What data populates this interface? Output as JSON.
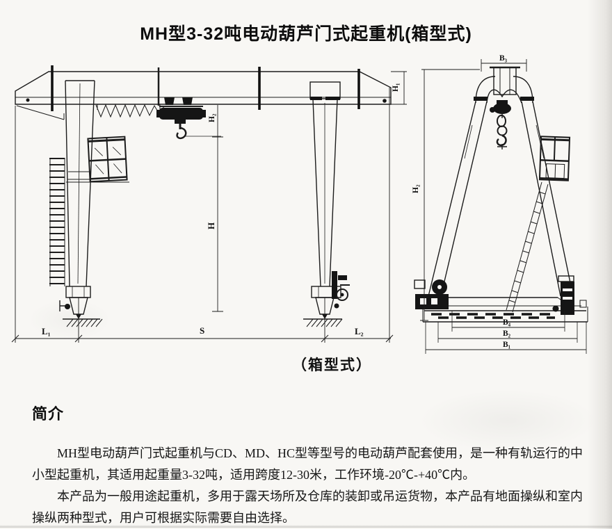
{
  "title": "MH型3-32吨电动葫芦门式起重机(箱型式)",
  "caption": "（箱型式）",
  "intro": {
    "heading": "简介",
    "paragraphs": [
      "MH型电动葫芦门式起重机与CD、MD、HC型等型号的电动葫芦配套使用，是一种有轨运行的中小型起重机，其适用起重量3-32吨，适用跨度12-30米，工作环境-20℃-+40℃内。",
      "本产品为一般用途起重机，多用于露天场所及仓库的装卸或吊运货物，本产品有地面操纵和室内操纵两种型式，用户可根据实际需要自由选择。"
    ]
  },
  "drawing": {
    "front_view": {
      "labels": {
        "left_overhang": "L₁",
        "span": "S",
        "right_overhang": "L₂",
        "lifting_height": "H",
        "hoist_headroom": "H₂",
        "girder_end_height": "H₁"
      }
    },
    "side_view": {
      "labels": {
        "top_width": "B₃",
        "overall_height": "H₂",
        "wheel_base_inner": "B₄",
        "wheel_base_mid": "B₂",
        "overall_width": "B₁"
      }
    }
  },
  "colors": {
    "ink": "#1c1c1c",
    "paper": "#f8f7f4"
  }
}
